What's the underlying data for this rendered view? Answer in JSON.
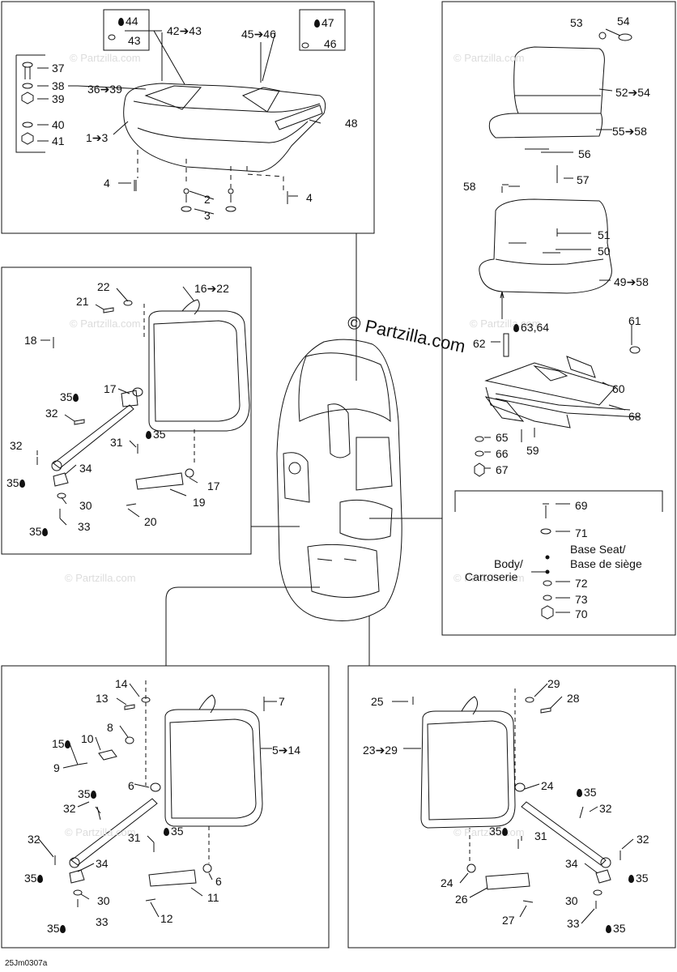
{
  "watermark": "© Partzilla.com",
  "brand_watermark": "© Partzilla.com",
  "drawing_code": "25Jm0307a",
  "lubricant_icon": "drop-icon",
  "panels": {
    "top_left": {
      "labels": {
        "l44": "44",
        "l43": "43",
        "l42_43": "42➔43",
        "l45_46": "45➔46",
        "l47": "47",
        "l46": "46",
        "l37": "37",
        "l38": "38",
        "l39": "39",
        "l36_39": "36➔39",
        "l40": "40",
        "l41": "41",
        "l1_3": "1➔3",
        "l48": "48",
        "l4a": "4",
        "l2": "2",
        "l3": "3",
        "l4b": "4"
      }
    },
    "top_right": {
      "labels": {
        "l53": "53",
        "l54": "54",
        "l52_54": "52➔54",
        "l55_58": "55➔58",
        "l56": "56",
        "l57": "57",
        "l58": "58",
        "l51": "51",
        "l50": "50",
        "l49_58": "49➔58",
        "l62": "62",
        "l63_64": "63,64",
        "l61": "61",
        "l60": "60",
        "l68": "68",
        "l59": "59",
        "l65": "65",
        "l66": "66",
        "l67": "67",
        "l69": "69",
        "l71": "71",
        "base_seat": "Base Seat/",
        "base_siege": "Base de siège",
        "body": "Body/",
        "carrosserie": "Carroserie",
        "l72": "72",
        "l73": "73",
        "l70": "70"
      }
    },
    "middle_left": {
      "labels": {
        "l22": "22",
        "l16_22": "16➔22",
        "l21": "21",
        "l18": "18",
        "l17a": "17",
        "l35a": "35",
        "l32a": "32",
        "l31": "31",
        "l35b": "35",
        "l32b": "32",
        "l34": "34",
        "l35c": "35",
        "l17b": "17",
        "l19": "19",
        "l30": "30",
        "l20": "20",
        "l35d": "35",
        "l33": "33"
      }
    },
    "bottom_left": {
      "labels": {
        "l14": "14",
        "l13": "13",
        "l7": "7",
        "l8": "8",
        "l15": "15",
        "l10": "10",
        "l5_14": "5➔14",
        "l9": "9",
        "l6a": "6",
        "l35a": "35",
        "l32a": "32",
        "l31": "31",
        "l35b": "35",
        "l32b": "32",
        "l34": "34",
        "l35c": "35",
        "l6b": "6",
        "l30": "30",
        "l11": "11",
        "l35d": "35",
        "l33": "33",
        "l12": "12"
      }
    },
    "bottom_right": {
      "labels": {
        "l29": "29",
        "l25": "25",
        "l28": "28",
        "l23_29": "23➔29",
        "l24a": "24",
        "l35a": "35",
        "l32a": "32",
        "l35b": "35",
        "l31": "31",
        "l32b": "32",
        "l34": "34",
        "l35c": "35",
        "l24b": "24",
        "l30": "30",
        "l26": "26",
        "l27": "27",
        "l33": "33",
        "l35d": "35"
      }
    }
  }
}
